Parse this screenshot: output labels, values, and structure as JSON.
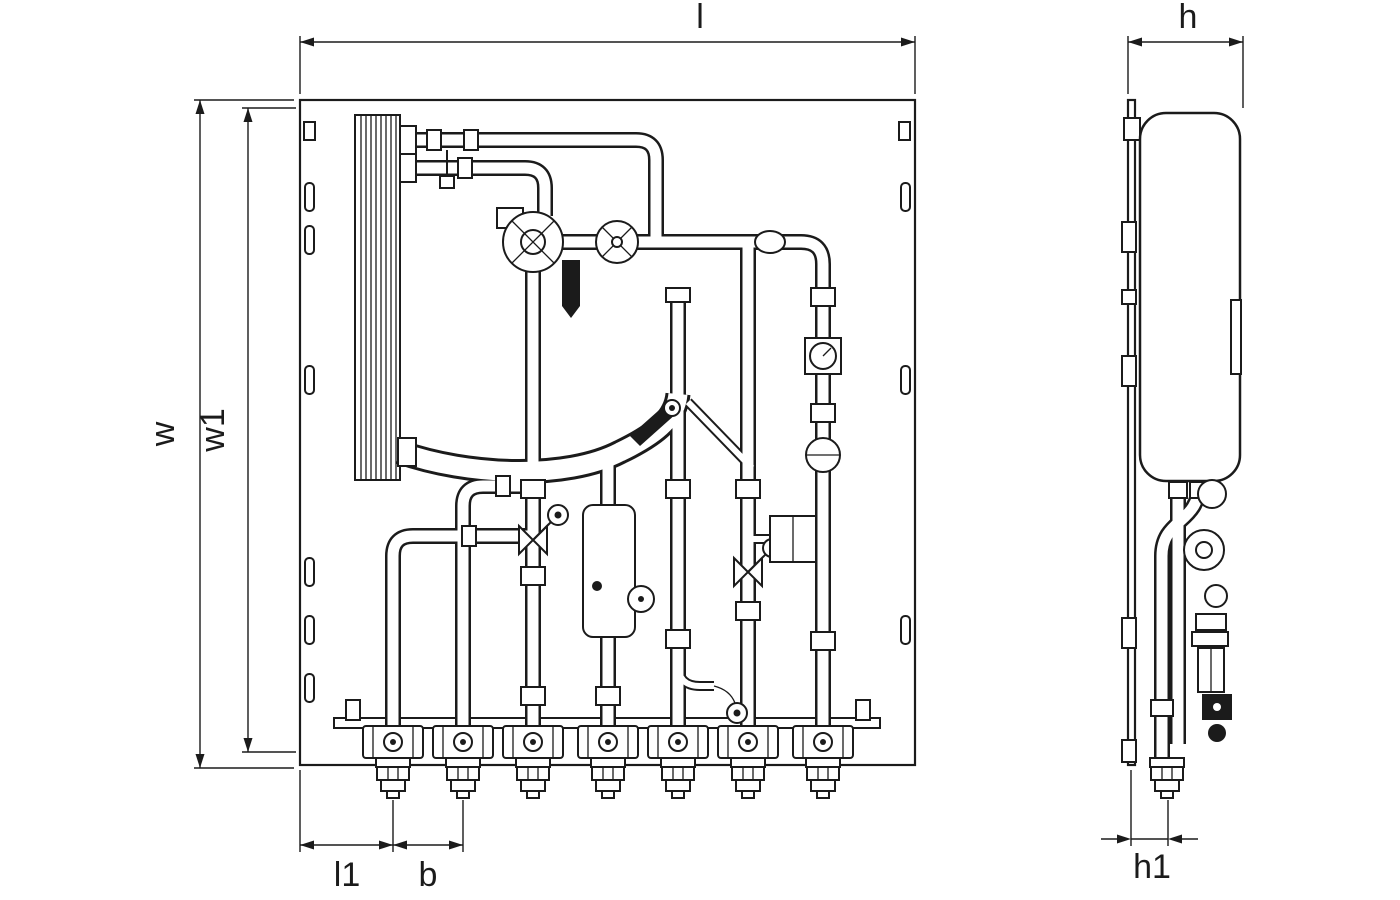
{
  "dims": {
    "l": "l",
    "h": "h",
    "w": "w",
    "w1": "w1",
    "l1": "l1",
    "b": "b",
    "h1": "h1"
  },
  "colors": {
    "line": "#1b1b1b",
    "background": "#ffffff"
  }
}
